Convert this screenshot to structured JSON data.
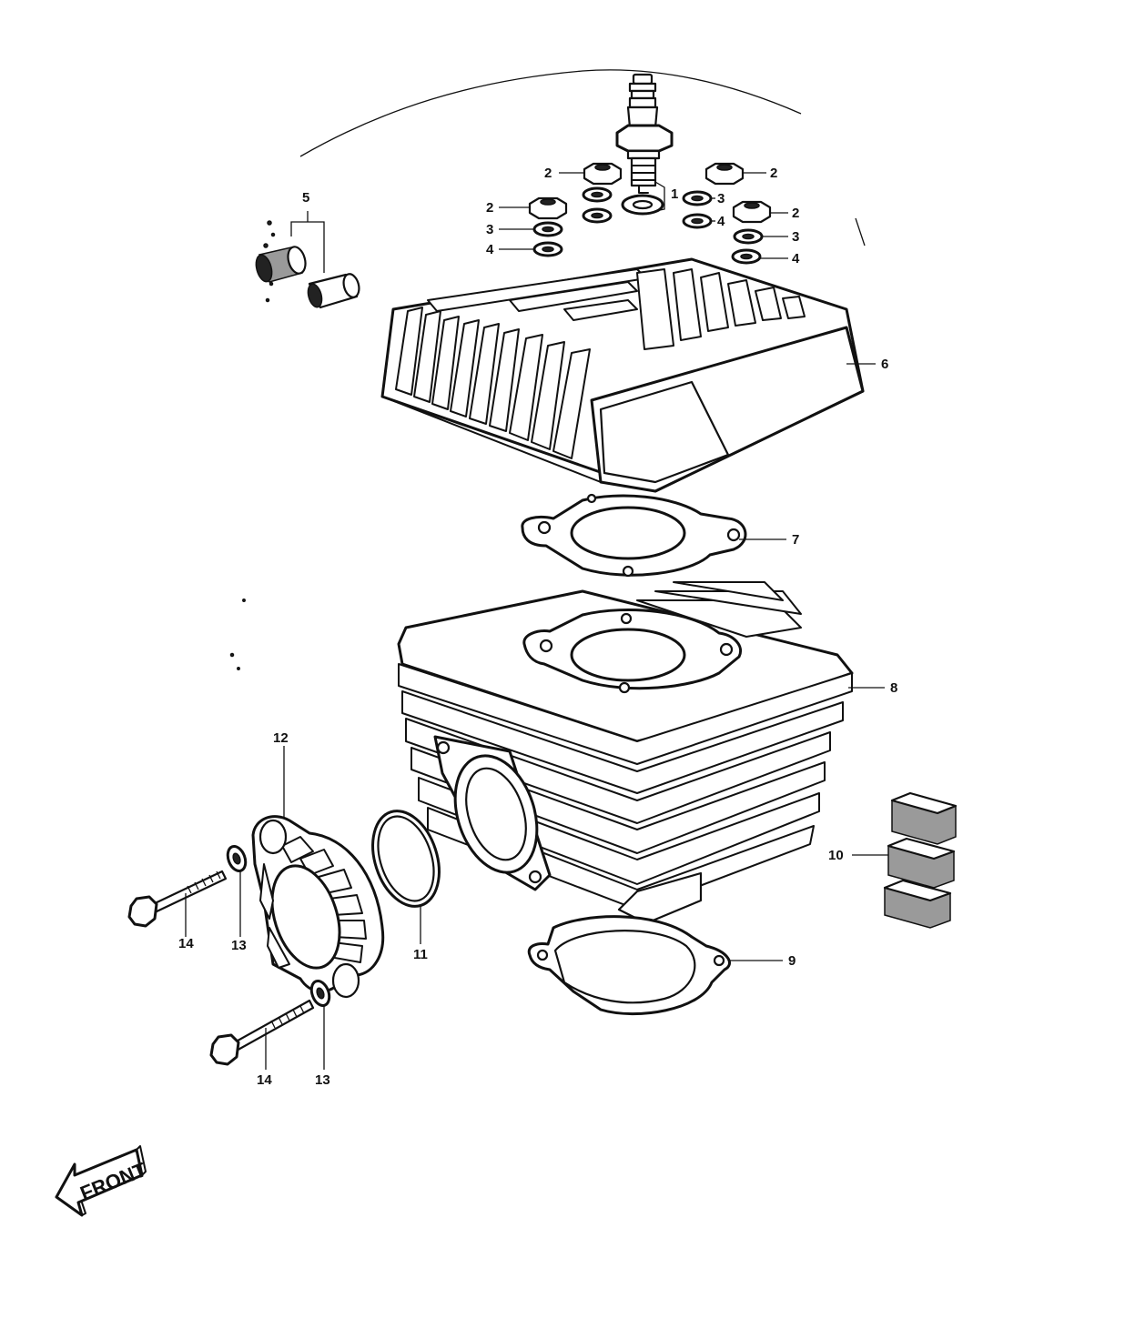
{
  "labels": {
    "p1": "1",
    "p2": "2",
    "p3": "3",
    "p4": "4",
    "p5": "5",
    "p6": "6",
    "p7": "7",
    "p8": "8",
    "p9": "9",
    "p10": "10",
    "p11": "11",
    "p12": "12",
    "p13": "13",
    "p14": "14"
  },
  "front_label": "FRONT"
}
